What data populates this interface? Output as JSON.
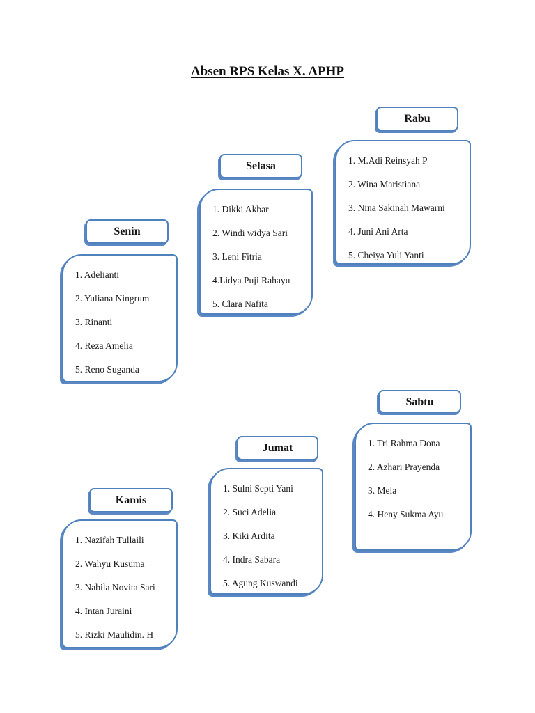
{
  "page": {
    "title": "Absen RPS Kelas X. APHP"
  },
  "colors": {
    "box_border": "#4f81bd",
    "box_shadow": "#5b87c5",
    "text": "#1c1c1c",
    "background": "#ffffff"
  },
  "days": [
    {
      "id": "senin",
      "label": "Senin",
      "names": [
        "1. Adelianti",
        "2. Yuliana Ningrum",
        "3. Rinanti",
        "4. Reza Amelia",
        "5. Reno Suganda"
      ]
    },
    {
      "id": "selasa",
      "label": "Selasa",
      "names": [
        "1. Dikki Akbar",
        "2. Windi widya Sari",
        "3. Leni Fitria",
        "4.Lidya Puji Rahayu",
        "5. Clara Nafita"
      ]
    },
    {
      "id": "rabu",
      "label": "Rabu",
      "names": [
        "1. M.Adi Reinsyah P",
        "2. Wina Maristiana",
        "3. Nina Sakinah Mawarni",
        "4. Juni Ani Arta",
        "5. Cheiya Yuli Yanti"
      ]
    },
    {
      "id": "kamis",
      "label": "Kamis",
      "names": [
        "1. Nazifah Tullaili",
        "2. Wahyu Kusuma",
        "3. Nabila Novita Sari",
        "4. Intan Juraini",
        "5. Rizki Maulidin. H"
      ]
    },
    {
      "id": "jumat",
      "label": "Jumat",
      "names": [
        "1. Sulni Septi Yani",
        "2. Suci Adelia",
        "3. Kiki Ardita",
        "4. Indra Sabara",
        "5. Agung Kuswandi"
      ]
    },
    {
      "id": "sabtu",
      "label": "Sabtu",
      "names": [
        "1. Tri Rahma Dona",
        "2. Azhari Prayenda",
        "3. Mela",
        "4. Heny Sukma Ayu"
      ]
    }
  ]
}
